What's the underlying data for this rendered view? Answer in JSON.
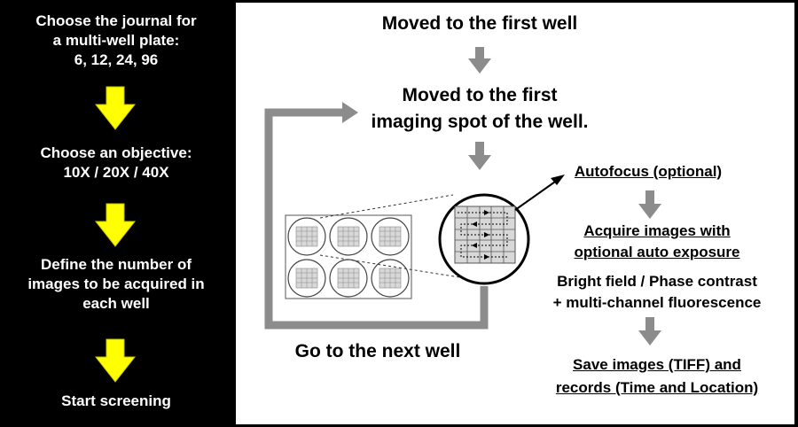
{
  "sidebar": {
    "steps": [
      "Choose the journal for\na multi-well  plate:\n6, 12, 24, 96",
      "Choose an objective:\n10X / 20X / 40X",
      "Define the number of\nimages to be acquired in\neach well",
      "Start screening"
    ],
    "arrow_color": "#FFFF00"
  },
  "flow": {
    "moved_first_well": "Moved to the first well",
    "moved_first_spot": "Moved to the first\nimaging spot of the well.",
    "go_next_well": "Go to the next well",
    "autofocus": "Autofocus (optional)",
    "acquire": "Acquire images with\noptional auto exposure",
    "modes_line1": "Bright field / Phase contrast",
    "modes_line2": "+ multi-channel fluorescence",
    "save_line1": "Save images (TIFF) and",
    "save_line2": "records (Time and Location)"
  }
}
